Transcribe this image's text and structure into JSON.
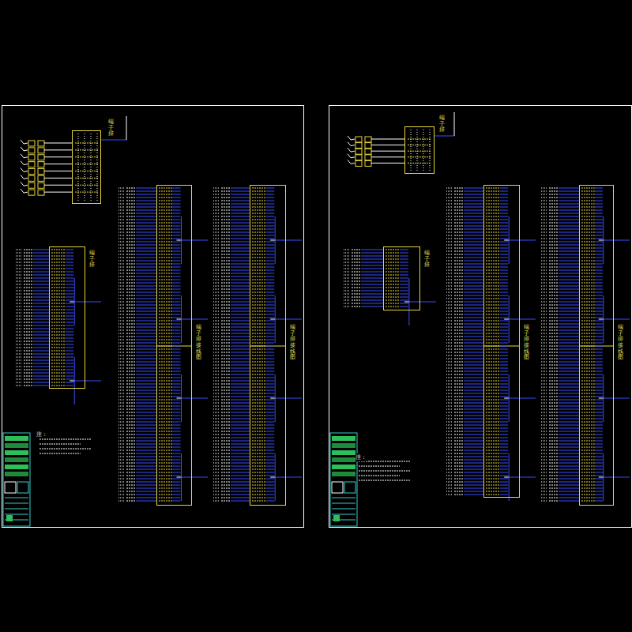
{
  "diagram": {
    "nodes": [
      {
        "text": [
          "端子排"
        ]
      },
      {
        "text": [
          "端子排"
        ]
      },
      {
        "text": [
          "端子排接线图"
        ]
      },
      {
        "text": [
          "端子排接线图"
        ]
      },
      {
        "text": [
          "端子排"
        ]
      },
      {
        "text": [
          "端子排"
        ]
      },
      {
        "text": [
          "端子排接线图"
        ]
      },
      {
        "text": [
          "端子排接线图"
        ]
      }
    ],
    "labels": [
      "注：",
      "注："
    ]
  }
}
